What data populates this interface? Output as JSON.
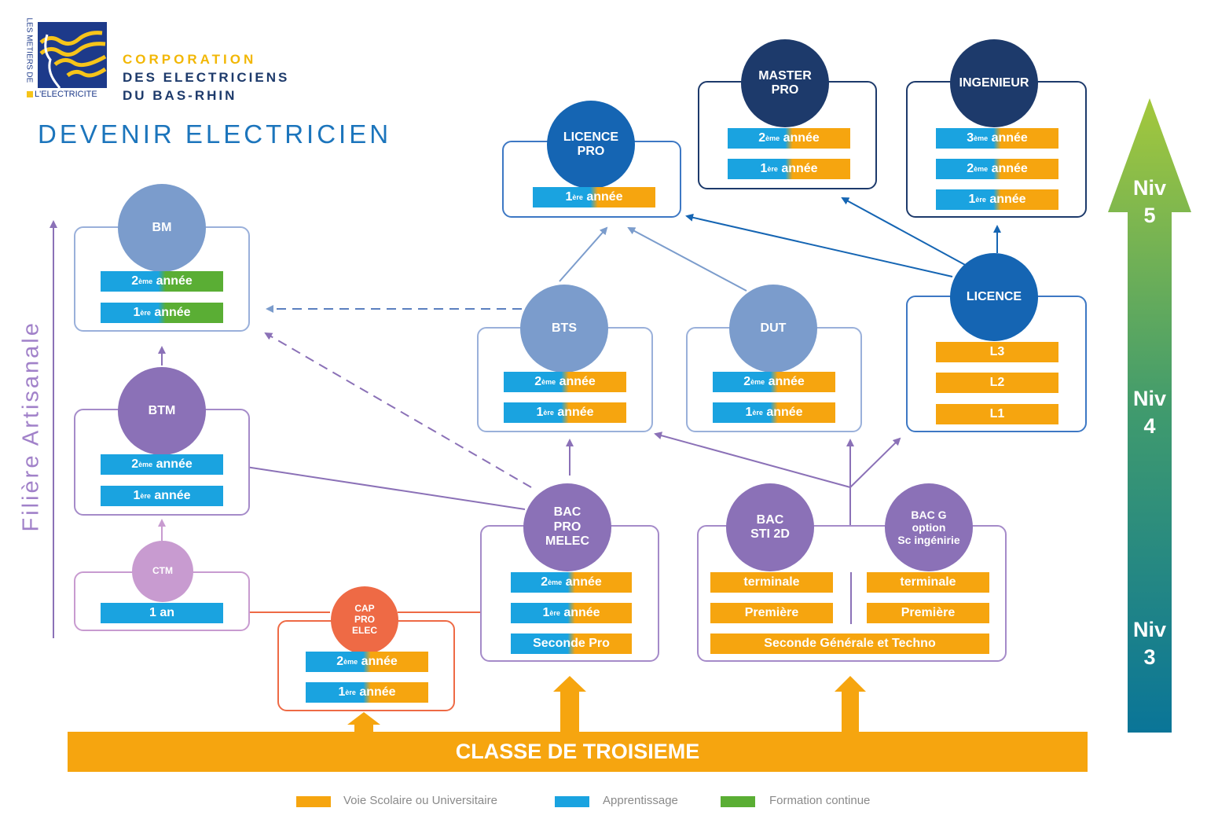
{
  "header": {
    "logo_vertical_text": "LES METIERS DE",
    "logo_bottom_text": "L'ELECTRICITE",
    "org_line1": "CORPORATION",
    "org_line2": "DES ELECTRICIENS",
    "org_line3": "DU BAS-RHIN",
    "title": "DEVENIR ELECTRICIEN"
  },
  "side_label": "Filière Artisanale",
  "levels": {
    "niv5": "Niv\n5",
    "niv4": "Niv\n4",
    "niv3": "Niv\n3"
  },
  "nodes": {
    "bm": "BM",
    "btm": "BTM",
    "ctm": "CTM",
    "cap": "CAP\nPRO\nELEC",
    "bts": "BTS",
    "dut": "DUT",
    "licence_pro": "LICENCE\nPRO",
    "master": "MASTER\nPRO",
    "ingenieur": "INGENIEUR",
    "licence": "LICENCE",
    "bac_pro": "BAC\nPRO\nMELEC",
    "bac_sti": "BAC\nSTI 2D",
    "bac_g": "BAC G\noption\nSc ingénirie"
  },
  "bars": {
    "one_year": "1 an",
    "seconde_pro": "Seconde Pro",
    "terminale": "terminale",
    "premiere": "Première",
    "seconde_gen": "Seconde Générale et Techno",
    "l3": "L3",
    "l2": "L2",
    "l1": "L1"
  },
  "year_labels": {
    "y1_num": "1",
    "y1_sup": "ère",
    "y2_num": "2",
    "y2_sup": "ème",
    "y3_num": "3",
    "y3_sup": "ème",
    "annee": "année"
  },
  "bottom_bar": "CLASSE DE TROISIEME",
  "legend": {
    "scolaire": "Voie Scolaire ou Universitaire",
    "apprentissage": "Apprentissage",
    "formation": "Formation continue"
  },
  "colors": {
    "blue": "#1aa3e0",
    "orange": "#f6a50f",
    "green": "#5aae34",
    "navy": "#1d3a6b",
    "dark_blue": "#1565b3",
    "light_blue": "#7b9ccc",
    "purple": "#8b71b7",
    "pink": "#c89bd0",
    "red_orange": "#ee6a45"
  }
}
